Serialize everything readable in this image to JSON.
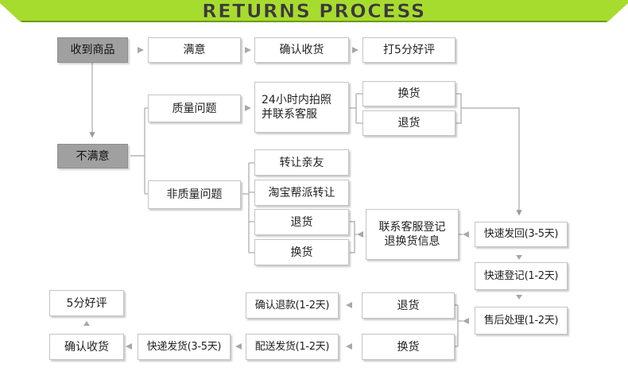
{
  "title": "RETURNS PROCESS",
  "colors": {
    "banner": "#a6dc2e",
    "banner_dark": "#6f9a12",
    "gray_box": "#a0a0a0",
    "line": "#a3a3a3"
  },
  "nodes": {
    "received": "收到商品",
    "satisfied": "满意",
    "confirm_receipt": "确认收货",
    "five_star_review": "打5分好评",
    "unsatisfied": "不满意",
    "quality_issue": "质量问题",
    "photo_contact": "24小时内拍照\n并联系客服",
    "exchange_quality": "换货",
    "return_quality": "退货",
    "non_quality_issue": "非质量问题",
    "transfer_friend": "转让亲友",
    "taobao_transfer": "淘宝帮派转让",
    "return_non_quality": "退货",
    "exchange_non_quality": "换货",
    "register_info": "联系客服登记\n退换货信息",
    "ship_back": "快速发回(3-5天)",
    "quick_register": "快速登记(1-2天)",
    "after_sales": "售后处理(1-2天)",
    "return_branch": "退货",
    "exchange_branch": "换货",
    "refund_confirm": "确认退款(1-2天)",
    "dispatch": "配送发货(1-2天)",
    "express_ship": "快递发货(3-5天)",
    "confirm_receipt_final": "确认收货",
    "five_star_final": "5分好评"
  }
}
